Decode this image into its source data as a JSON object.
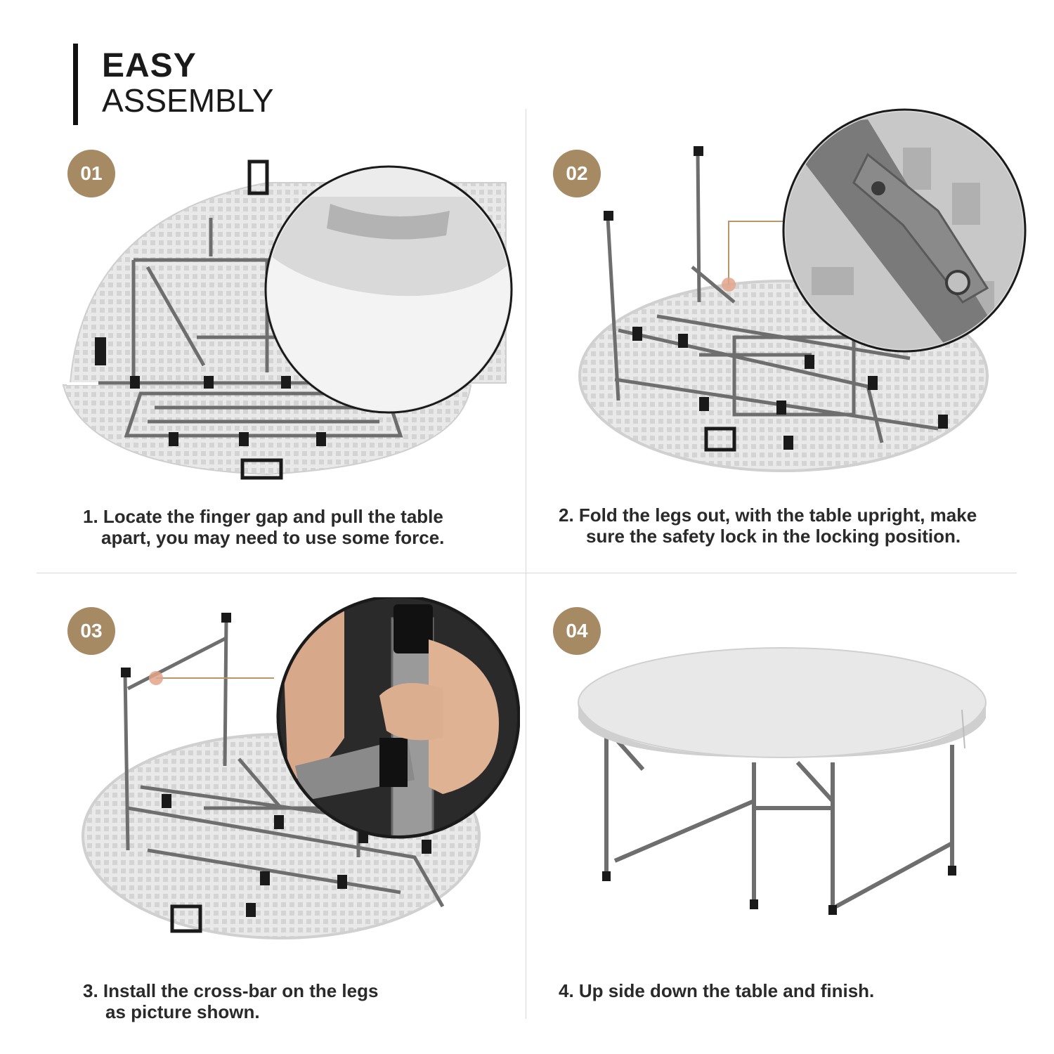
{
  "title": {
    "line1": "EASY",
    "line2": "ASSEMBLY"
  },
  "colors": {
    "badge": "#a68a64",
    "table_top": "#e6e6e6",
    "frame": "#6e6e6e",
    "accent_line": "#b8956a"
  },
  "steps": [
    {
      "number": "01",
      "caption_line1": "1. Locate the finger gap and pull the table",
      "caption_line2": "apart, you may need to use some force."
    },
    {
      "number": "02",
      "caption_line1": "2.  Fold the legs out, with the table upright, make",
      "caption_line2": "sure the safety lock in the locking position."
    },
    {
      "number": "03",
      "caption_line1": "3. Install the cross-bar on the legs",
      "caption_line2": "as picture shown."
    },
    {
      "number": "04",
      "caption_line1": "4. Up side down the table and finish.",
      "caption_line2": ""
    }
  ]
}
